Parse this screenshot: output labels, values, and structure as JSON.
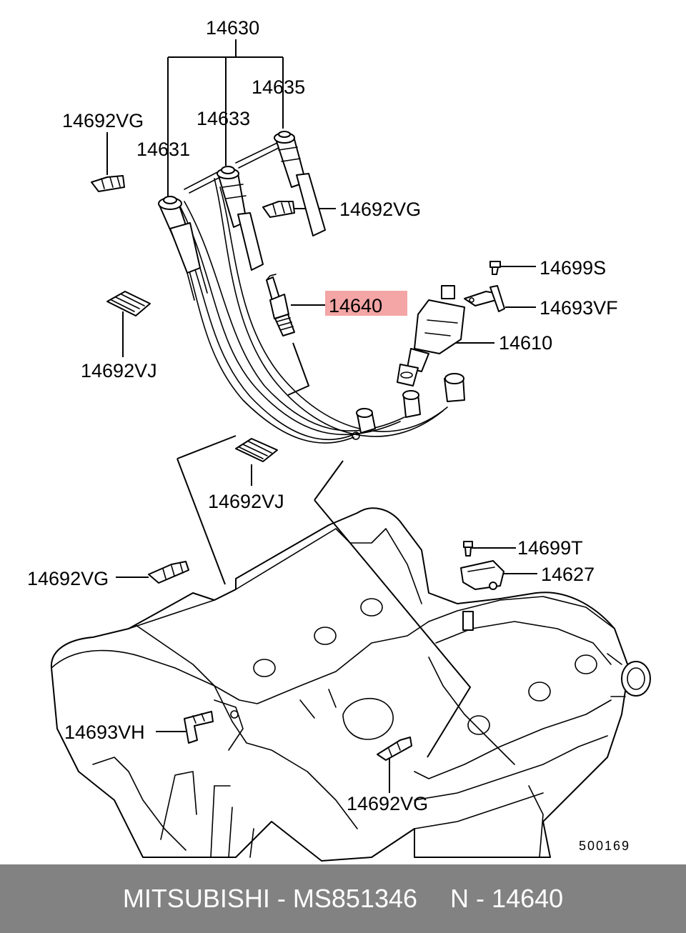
{
  "highlight_color": "#f4a5a5",
  "footer_color": "#828282",
  "labels": {
    "p14630": "14630",
    "p14635": "14635",
    "p14633": "14633",
    "p14631": "14631",
    "p14692vg_top": "14692VG",
    "p14692vg_mid": "14692VG",
    "p14699s": "14699S",
    "p14640": "14640",
    "p14693vf": "14693VF",
    "p14610": "14610",
    "p14692vj_left": "14692VJ",
    "p14692vj_mid": "14692VJ",
    "p14699t": "14699T",
    "p14627": "14627",
    "p14692vg_left": "14692VG",
    "p14693vh": "14693VH",
    "p14692vg_bottom": "14692VG",
    "drawing_code": "500169"
  },
  "footer": {
    "brand": "MITSUBISHI",
    "sep1": "-",
    "part_number": "MS851346",
    "ref_prefix": "N",
    "sep2": "-",
    "ref_number": "14640"
  }
}
